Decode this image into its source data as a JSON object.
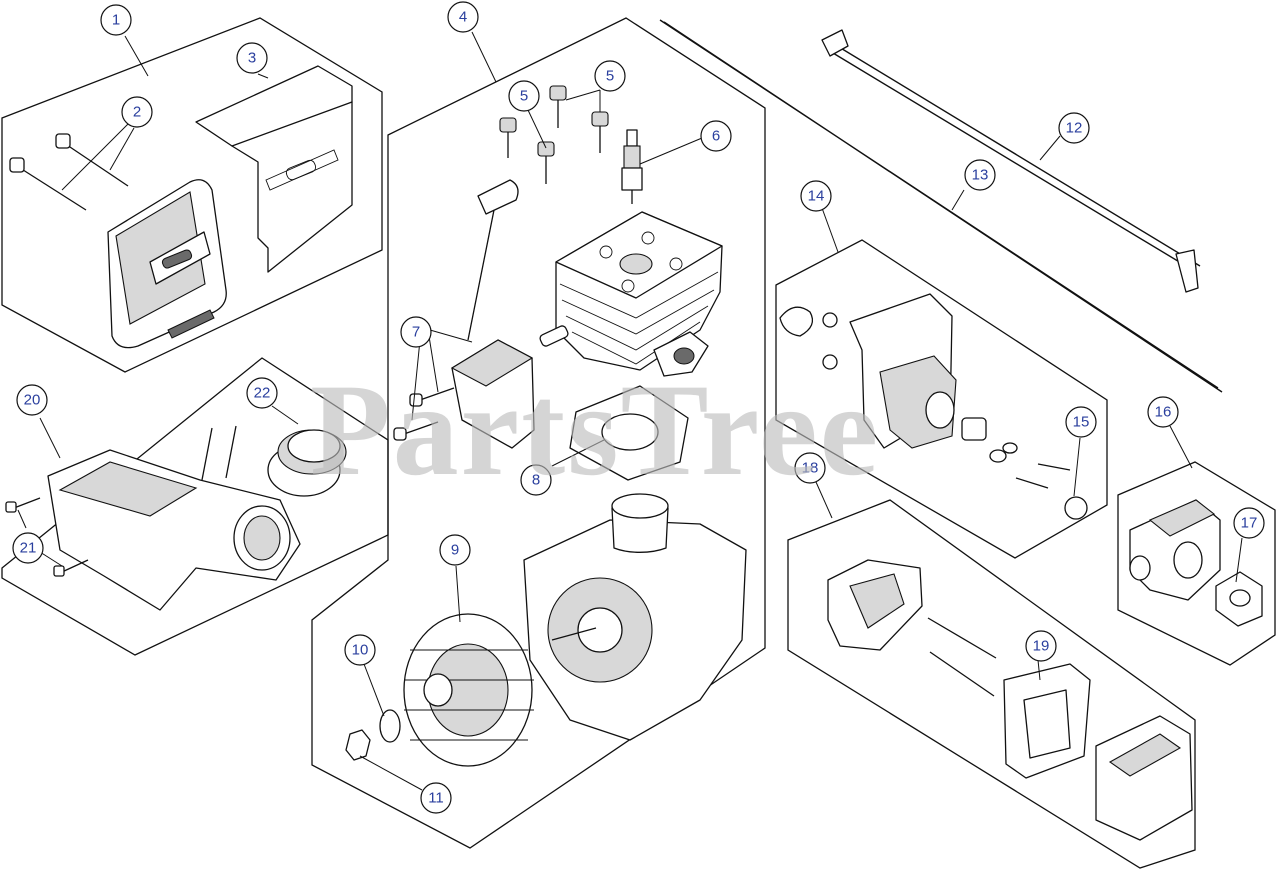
{
  "watermark": {
    "text": "PartsTree"
  },
  "callouts": [
    {
      "id": "c1",
      "label": "1"
    },
    {
      "id": "c2",
      "label": "2"
    },
    {
      "id": "c3",
      "label": "3"
    },
    {
      "id": "c4",
      "label": "4"
    },
    {
      "id": "c5a",
      "label": "5"
    },
    {
      "id": "c5b",
      "label": "5"
    },
    {
      "id": "c6",
      "label": "6"
    },
    {
      "id": "c7",
      "label": "7"
    },
    {
      "id": "c8",
      "label": "8"
    },
    {
      "id": "c9",
      "label": "9"
    },
    {
      "id": "c10",
      "label": "10"
    },
    {
      "id": "c11",
      "label": "11"
    },
    {
      "id": "c12",
      "label": "12"
    },
    {
      "id": "c13",
      "label": "13"
    },
    {
      "id": "c14",
      "label": "14"
    },
    {
      "id": "c15",
      "label": "15"
    },
    {
      "id": "c16",
      "label": "16"
    },
    {
      "id": "c17",
      "label": "17"
    },
    {
      "id": "c18",
      "label": "18"
    },
    {
      "id": "c19",
      "label": "19"
    },
    {
      "id": "c20",
      "label": "20"
    },
    {
      "id": "c21",
      "label": "21"
    },
    {
      "id": "c22",
      "label": "22"
    }
  ]
}
